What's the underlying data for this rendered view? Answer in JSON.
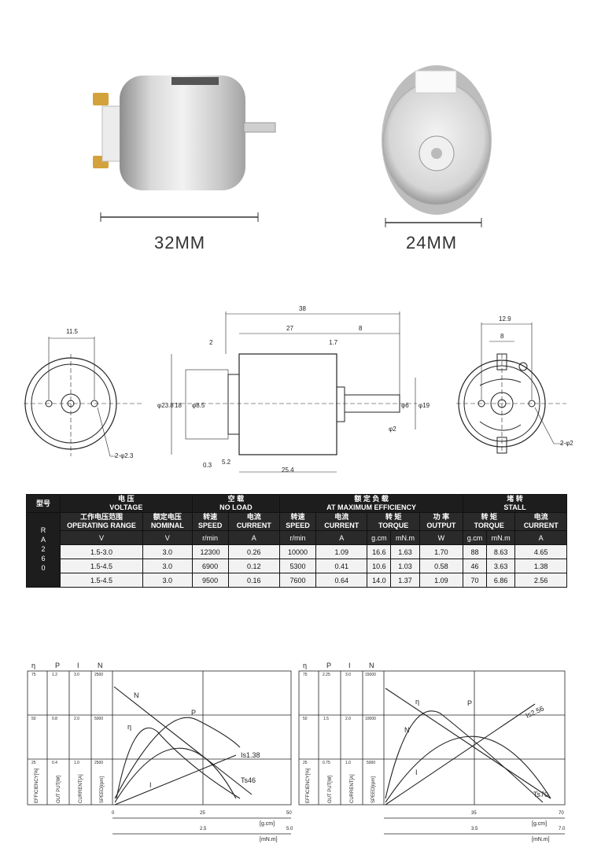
{
  "photos": {
    "left_dimension": "32MM",
    "right_dimension": "24MM"
  },
  "drawing": {
    "front": {
      "dim_top": "11.5",
      "hole_note": "2-φ2.3"
    },
    "side": {
      "overall": "38",
      "body": "27",
      "shaft_ext": "8",
      "bearing": "1.7",
      "left_gap": "2",
      "dia_body": "φ23.8",
      "dia_boss": "18",
      "dia_small": "φ8.5",
      "shaft_dia": "φ6",
      "shaft2": "φ2",
      "dia_right": "φ19",
      "bottom_small": "0.3",
      "bottom_52": "5.2",
      "bottom_len": "25.4"
    },
    "rear": {
      "dim_top": "12.9",
      "dim_inner": "8",
      "hole_note": "2-φ2"
    }
  },
  "spec_table": {
    "model_label": "型号",
    "model": "RA260",
    "groups": {
      "voltage_cn": "电  压",
      "voltage_en": "VOLTAGE",
      "noload_cn": "空  载",
      "noload_en": "NO LOAD",
      "maxeff_cn": "额 定 负 载",
      "maxeff_en": "AT MAXIMUM EFFICIENCY",
      "stall_cn": "堵 转",
      "stall_en": "STALL"
    },
    "columns": [
      {
        "cn": "工作电压范围",
        "en": "OPERATING RANGE",
        "unit": "V"
      },
      {
        "cn": "额定电压",
        "en": "NOMINAL",
        "unit": "V"
      },
      {
        "cn": "转速",
        "en": "SPEED",
        "unit": "r/min"
      },
      {
        "cn": "电流",
        "en": "CURRENT",
        "unit": "A"
      },
      {
        "cn": "转速",
        "en": "SPEED",
        "unit": "r/min"
      },
      {
        "cn": "电流",
        "en": "CURRENT",
        "unit": "A"
      },
      {
        "cn": "转 矩",
        "en": "TORQUE",
        "unit": "g.cm"
      },
      {
        "cn": "",
        "en": "",
        "unit": "mN.m"
      },
      {
        "cn": "功 率",
        "en": "OUTPUT",
        "unit": "W"
      },
      {
        "cn": "转 矩",
        "en": "TORQUE",
        "unit": "g.cm"
      },
      {
        "cn": "",
        "en": "",
        "unit": "mN.m"
      },
      {
        "cn": "电流",
        "en": "CURRENT",
        "unit": "A"
      }
    ],
    "rows": [
      [
        "1.5-3.0",
        "3.0",
        "12300",
        "0.26",
        "10000",
        "1.09",
        "16.6",
        "1.63",
        "1.70",
        "88",
        "8.63",
        "4.65"
      ],
      [
        "1.5-4.5",
        "3.0",
        "6900",
        "0.12",
        "5300",
        "0.41",
        "10.6",
        "1.03",
        "0.58",
        "46",
        "3.63",
        "1.38"
      ],
      [
        "1.5-4.5",
        "3.0",
        "9500",
        "0.16",
        "7600",
        "0.64",
        "14.0",
        "1.37",
        "1.09",
        "70",
        "6.86",
        "2.56"
      ]
    ]
  },
  "charts": [
    {
      "headers": [
        "η",
        "P",
        "I",
        "N"
      ],
      "top_ticks": [
        "75",
        "1.2",
        "3.0",
        "2500"
      ],
      "mid_ticks": [
        "50",
        "0.8",
        "2.0",
        "5000"
      ],
      "low_ticks": [
        "25",
        "0.4",
        "1.0",
        "2500"
      ],
      "axis_titles": [
        "EFFICIENCY[%]",
        "OUT PUT[W]",
        "CURRENT[A]",
        "SPEED[rpm]"
      ],
      "curve_labels": [
        "N",
        "η",
        "P",
        "I",
        "Is1.38",
        "Ts46"
      ],
      "x_ticks_top": [
        "0",
        "25",
        "50"
      ],
      "x_unit_top": "[g.cm]",
      "x_ticks_bottom": [
        "2.5",
        "5.0"
      ],
      "x_unit_bottom": "[mN.m]"
    },
    {
      "headers": [
        "η",
        "P",
        "I",
        "N"
      ],
      "top_ticks": [
        "75",
        "2.25",
        "3.0",
        "15000"
      ],
      "mid_ticks": [
        "50",
        "1.5",
        "2.0",
        "10000"
      ],
      "low_ticks": [
        "25",
        "0.75",
        "1.0",
        "5000"
      ],
      "axis_titles": [
        "EFFICIENCY[%]",
        "OUT PUT[W]",
        "CURRENT[A]",
        "SPEED[rpm]"
      ],
      "curve_labels": [
        "η",
        "P",
        "N",
        "I",
        "Is2.56",
        "Ts70"
      ],
      "x_ticks_top": [
        "35",
        "70"
      ],
      "x_unit_top": "[g.cm]",
      "x_ticks_bottom": [
        "3.5",
        "7.0"
      ],
      "x_unit_bottom": "[mN.m]"
    }
  ]
}
